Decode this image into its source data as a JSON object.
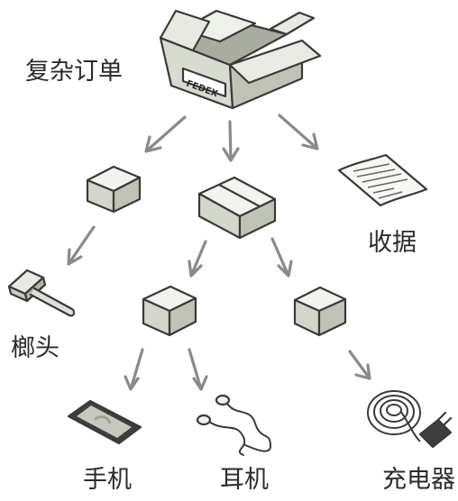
{
  "labels": {
    "order": "复杂订单",
    "receipt": "收据",
    "hammer": "榔头",
    "phone": "手机",
    "earphones": "耳机",
    "charger": "充电器"
  },
  "box_text": "FEDEX",
  "colors": {
    "box_top": "#f2f3ee",
    "box_left": "#d3d6cb",
    "box_right": "#bfc3b6",
    "outline": "#3a3a3a",
    "arrow": "#8a8a8a",
    "text": "#2b2b2b"
  }
}
